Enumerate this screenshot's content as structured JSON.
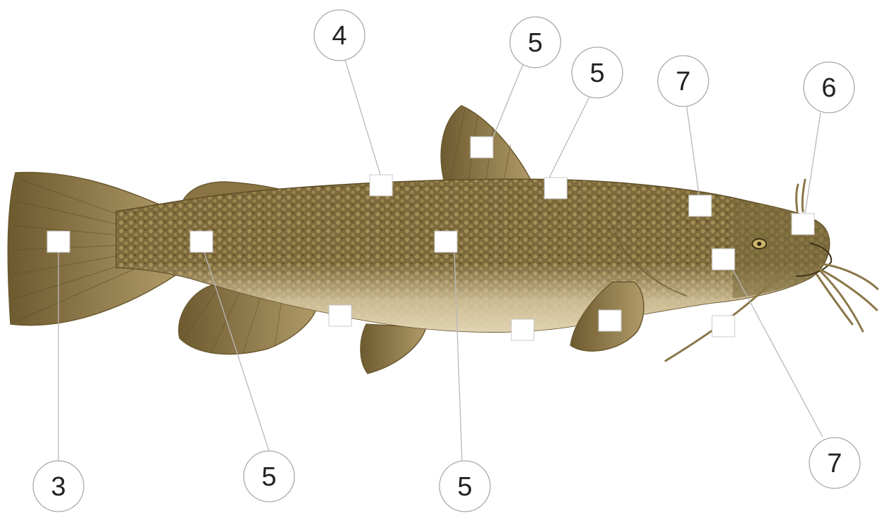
{
  "diagram": {
    "subject": "catfish",
    "callouts": [
      {
        "id": "c3",
        "number": "3"
      },
      {
        "id": "c5-tail",
        "number": "5"
      },
      {
        "id": "c5-belly",
        "number": "5"
      },
      {
        "id": "c4",
        "number": "4"
      },
      {
        "id": "c5-dorsal",
        "number": "5"
      },
      {
        "id": "c5-adipose",
        "number": "5"
      },
      {
        "id": "c7-top",
        "number": "7"
      },
      {
        "id": "c6",
        "number": "6"
      },
      {
        "id": "c7-bottom",
        "number": "7"
      }
    ],
    "answer_boxes": 13
  },
  "colors": {
    "body": "#8f7a4a",
    "belly": "#d6c39a",
    "fin": "#9b8454",
    "line": "#b5b5b5",
    "circle": "#aaaaaa"
  }
}
